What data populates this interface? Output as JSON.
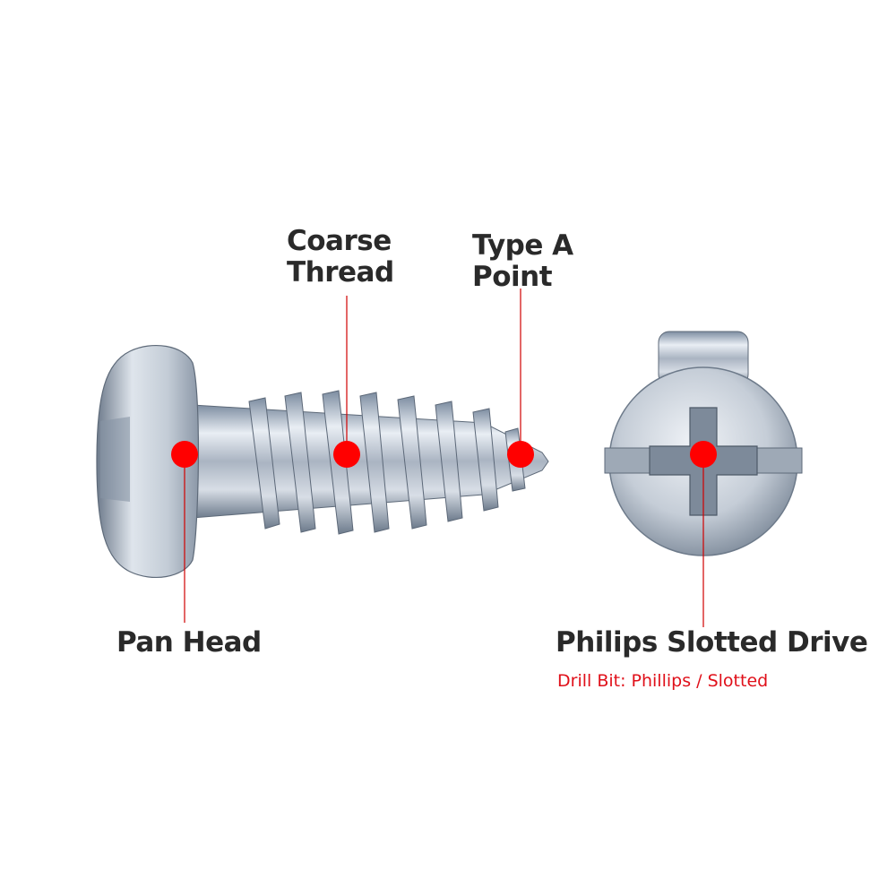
{
  "colors": {
    "accent": "#ff0000",
    "text": "#2a2a2a",
    "subtext": "#e0101a"
  },
  "labels": {
    "coarse_thread": "Coarse\nThread",
    "type_a_point": "Type A\nPoint",
    "pan_head": "Pan Head",
    "philips_slotted_drive": "Philips Slotted Drive",
    "drill_bit": "Drill Bit: Phillips / Slotted"
  },
  "images": {
    "side_view": "pan-head-screw-side-view",
    "top_view": "pan-head-screw-top-view"
  }
}
